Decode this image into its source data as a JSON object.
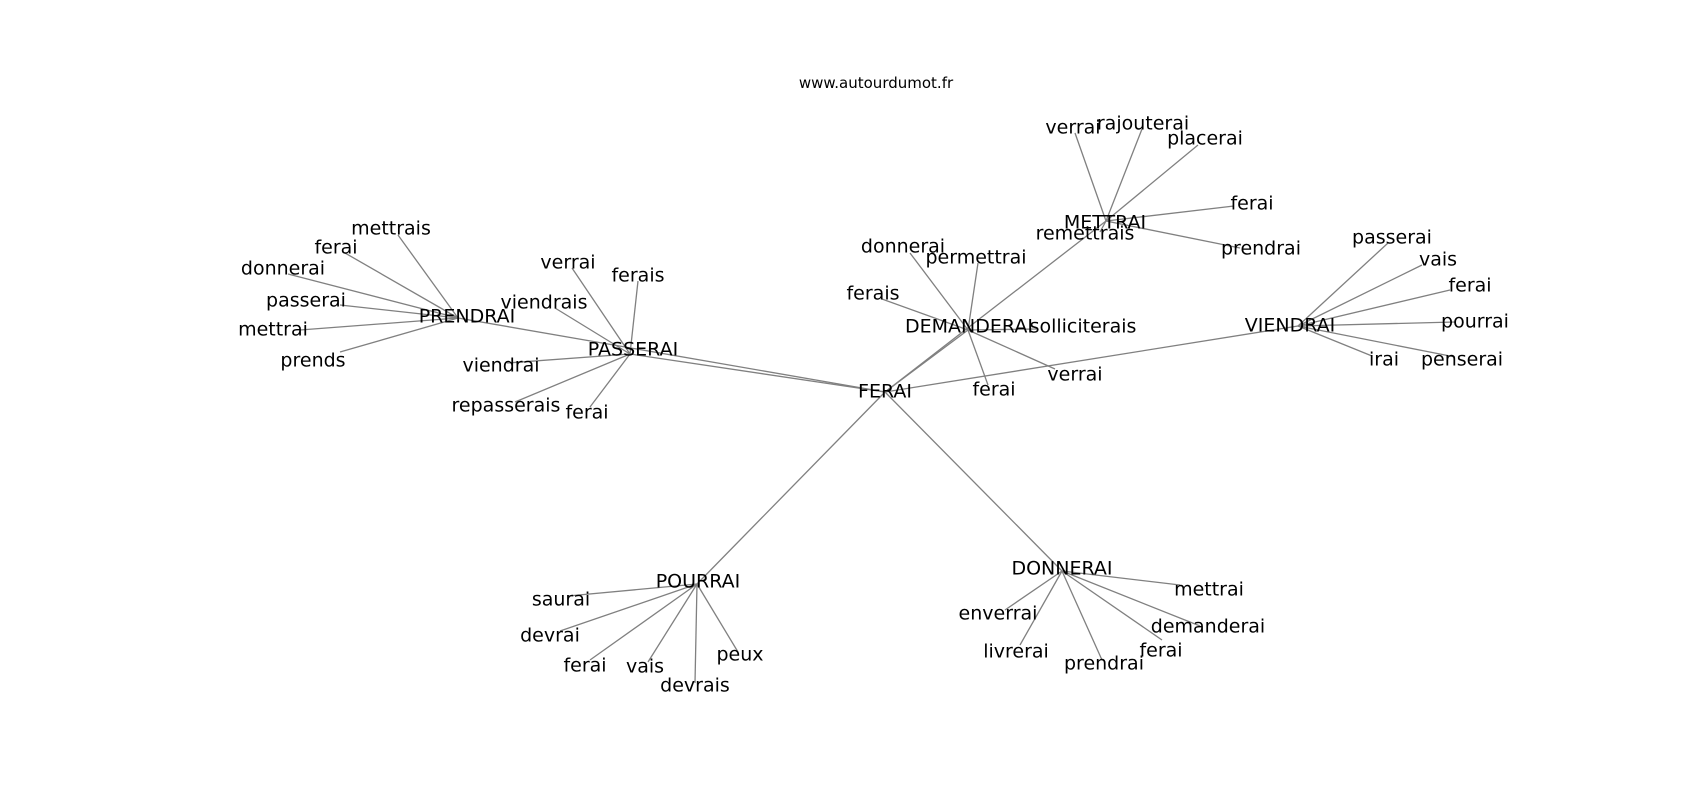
{
  "site": "www.autourdumot.fr",
  "colors": {
    "edge": "#808080",
    "text": "#000000",
    "background": "#ffffff"
  },
  "center": "FERAI",
  "hubs": [
    {
      "id": "PRENDRAI",
      "label": "PRENDRAI",
      "leaves": [
        "mettrais",
        "ferai",
        "donnerai",
        "passerai",
        "mettrai",
        "prends"
      ]
    },
    {
      "id": "PASSERAI",
      "label": "PASSERAI",
      "leaves": [
        "verrai",
        "ferais",
        "viendrais",
        "viendrai",
        "repasserais",
        "ferai"
      ]
    },
    {
      "id": "DEMANDERAI",
      "label": "DEMANDERAI",
      "leaves": [
        "donnerai",
        "permettrai",
        "ferais",
        "solliciterais",
        "ferai",
        "verrai"
      ]
    },
    {
      "id": "METTRAI",
      "label": "METTRAI",
      "leaves": [
        "verrai",
        "rajouterai",
        "placerai",
        "ferai",
        "remettrais",
        "prendrai"
      ]
    },
    {
      "id": "VIENDRAI",
      "label": "VIENDRAI",
      "leaves": [
        "passerai",
        "vais",
        "ferai",
        "pourrai",
        "irai",
        "penserai"
      ]
    },
    {
      "id": "POURRAI",
      "label": "POURRAI",
      "leaves": [
        "saurai",
        "devrai",
        "ferai",
        "vais",
        "devrais",
        "peux"
      ]
    },
    {
      "id": "DONNERAI",
      "label": "DONNERAI",
      "leaves": [
        "mettrai",
        "enverrai",
        "demanderai",
        "livrerai",
        "prendrai",
        "ferai"
      ]
    }
  ]
}
